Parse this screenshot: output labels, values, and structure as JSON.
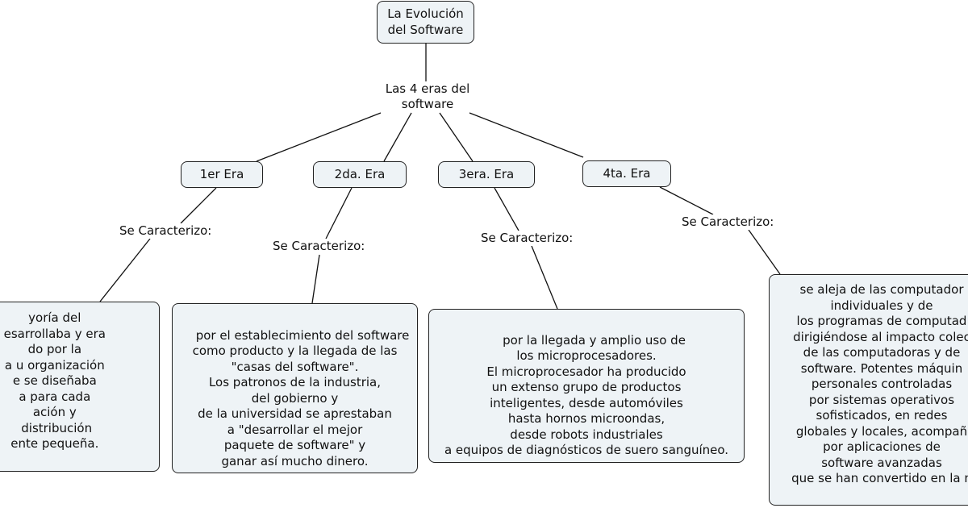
{
  "root": {
    "title": "La Evolución\ndel Software"
  },
  "link_eras": "Las 4 eras del\nsoftware",
  "eras": [
    {
      "label": "1er Era",
      "link": "Se Caracterizo:",
      "description": "yoría del\nesarrollaba y era\ndo por la\na u organización\ne se diseñaba\na para cada\nación y\n distribución\nente pequeña."
    },
    {
      "label": "2da. Era",
      "link": "Se Caracterizo:",
      "description": "por el establecimiento del software\ncomo producto y la llegada de las\n\"casas del software\".\nLos patronos de la industria,\ndel gobierno y\nde la universidad se aprestaban\na \"desarrollar el mejor\npaquete de software\" y\nganar así mucho dinero."
    },
    {
      "label": "3era. Era",
      "link": "Se Caracterizo:",
      "description": "por la llegada y amplio uso de\nlos microprocesadores.\nEl microprocesador ha producido\nun extenso grupo de productos\ninteligentes, desde automóviles\nhasta hornos microondas,\ndesde robots industriales\na equipos de diagnósticos de suero sanguíneo."
    },
    {
      "label": "4ta. Era",
      "link": "Se Caracterizo:",
      "description": "se aleja de las computador\nindividuales y de\nlos programas de computad\ndirigiéndose al impacto colec\nde las computadoras y de\nsoftware. Potentes máquin\npersonales controladas\npor sistemas operativos\nsofisticados, en redes\nglobales y locales, acompañ\npor aplicaciones de\nsoftware avanzadas\nque se han convertido en la n"
    }
  ]
}
